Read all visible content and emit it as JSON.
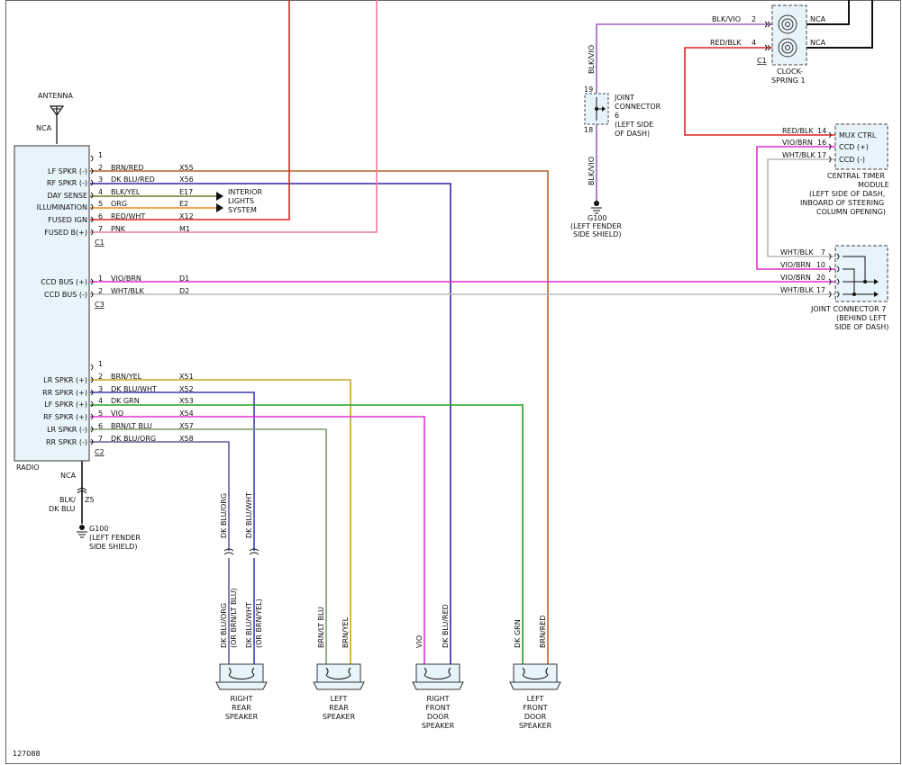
{
  "figure_id": "127088",
  "radio": {
    "name": "RADIO",
    "antenna_label": "ANTENNA",
    "antenna_nca": "NCA",
    "ground_nca": "NCA",
    "ground_wire_color": "BLK/\nDK BLU",
    "ground_wire_code": "Z5",
    "ground_name": "G100",
    "ground_loc_1": "(LEFT FENDER",
    "ground_loc_2": "SIDE SHIELD)",
    "connectors": [
      "C1",
      "C3",
      "C2"
    ],
    "c1_pins": [
      {
        "pin": "1",
        "func": "",
        "color": "",
        "code": ""
      },
      {
        "pin": "2",
        "func": "LF SPKR (-)",
        "color": "BRN/RED",
        "code": "X55"
      },
      {
        "pin": "3",
        "func": "RF SPKR (-)",
        "color": "DK BLU/RED",
        "code": "X56"
      },
      {
        "pin": "4",
        "func": "DAY SENSE",
        "color": "BLK/YEL",
        "code": "E17"
      },
      {
        "pin": "5",
        "func": "ILLUMINATION",
        "color": "ORG",
        "code": "E2"
      },
      {
        "pin": "6",
        "func": "FUSED IGN",
        "color": "RED/WHT",
        "code": "X12"
      },
      {
        "pin": "7",
        "func": "FUSED B(+)",
        "color": "PNK",
        "code": "M1"
      }
    ],
    "c3_pins": [
      {
        "pin": "1",
        "func": "CCD BUS (+)",
        "color": "VIO/BRN",
        "code": "D1"
      },
      {
        "pin": "2",
        "func": "CCD BUS (-)",
        "color": "WHT/BLK",
        "code": "D2"
      }
    ],
    "c2_pins": [
      {
        "pin": "1",
        "func": "",
        "color": "",
        "code": ""
      },
      {
        "pin": "2",
        "func": "LR SPKR (+)",
        "color": "BRN/YEL",
        "code": "X51"
      },
      {
        "pin": "3",
        "func": "RR SPKR (+)",
        "color": "DK BLU/WHT",
        "code": "X52"
      },
      {
        "pin": "4",
        "func": "LF SPKR (+)",
        "color": "DK GRN",
        "code": "X53"
      },
      {
        "pin": "5",
        "func": "RF SPKR (+)",
        "color": "VIO",
        "code": "X54"
      },
      {
        "pin": "6",
        "func": "LR SPKR (-)",
        "color": "BRN/LT BLU",
        "code": "X57"
      },
      {
        "pin": "7",
        "func": "RR SPKR (-)",
        "color": "DK BLU/ORG",
        "code": "X58"
      }
    ]
  },
  "interior_lights": [
    "INTERIOR",
    "LIGHTS",
    "SYSTEM"
  ],
  "clock_spring": {
    "name_1": "CLOCK-",
    "name_2": "SPRING 1",
    "connector": "C1",
    "pins": [
      {
        "pin": "2",
        "color": "BLK/VIO",
        "nca": "NCA"
      },
      {
        "pin": "4",
        "color": "RED/BLK",
        "nca": "NCA"
      }
    ]
  },
  "joint_connector_6": {
    "label": [
      "JOINT",
      "CONNECTOR",
      "6",
      "(LEFT SIDE",
      "OF DASH)"
    ],
    "pin_top": "19",
    "pin_bottom": "18",
    "wire_top": "BLK/VIO",
    "wire_bottom": "BLK/VIO",
    "ground_name": "G100",
    "ground_loc_1": "(LEFT FENDER",
    "ground_loc_2": "SIDE SHIELD)"
  },
  "central_timer": {
    "pins": [
      {
        "pin": "14",
        "color": "RED/BLK",
        "func": "MUX CTRL"
      },
      {
        "pin": "16",
        "color": "VIO/BRN",
        "func": "CCD (+)"
      },
      {
        "pin": "17",
        "color": "WHT/BLK",
        "func": "CCD (-)"
      }
    ],
    "label": [
      "CENTRAL TIMER",
      "MODULE",
      "(LEFT SIDE OF DASH,",
      "INBOARD OF STEERING",
      "COLUMN OPENING)"
    ]
  },
  "joint_connector_7": {
    "pins": [
      {
        "pin": "7",
        "color": "WHT/BLK"
      },
      {
        "pin": "10",
        "color": "VIO/BRN"
      },
      {
        "pin": "20",
        "color": "VIO/BRN"
      },
      {
        "pin": "17",
        "color": "WHT/BLK"
      }
    ],
    "label": [
      "JOINT CONNECTOR 7",
      "(BEHIND LEFT",
      "SIDE OF DASH)"
    ]
  },
  "inline_wires": {
    "rr_neg": "DK BLU/ORG",
    "rr_pos": "DK BLU/WHT"
  },
  "speakers": [
    {
      "id": "rr",
      "name": [
        "RIGHT",
        "REAR",
        "SPEAKER"
      ],
      "wire_a": "DK BLU/ORG",
      "wire_a2": "(OR BRN/LT BLU)",
      "wire_b": "DK BLU/WHT",
      "wire_b2": "(OR BRN/YEL)"
    },
    {
      "id": "lr",
      "name": [
        "LEFT",
        "REAR",
        "SPEAKER"
      ],
      "wire_a": "BRN/LT BLU",
      "wire_b": "BRN/YEL"
    },
    {
      "id": "rf",
      "name": [
        "RIGHT",
        "FRONT",
        "DOOR",
        "SPEAKER"
      ],
      "wire_a": "VIO",
      "wire_b": "DK BLU/RED"
    },
    {
      "id": "lf",
      "name": [
        "LEFT",
        "FRONT",
        "DOOR",
        "SPEAKER"
      ],
      "wire_a": "DK GRN",
      "wire_b": "BRN/RED"
    }
  ],
  "wire_colors": {
    "brn_red": "#b8652a",
    "dk_blu_red": "#3a1fa8",
    "blk_yel": "#6b7a2a",
    "org": "#f08a17",
    "red_wht": "#e02020",
    "pnk": "#f07aa0",
    "vio_brn": "#e030d0",
    "wht_blk": "#b8b8b8",
    "brn_yel": "#c9a520",
    "dk_blu_wht": "#3a3ab0",
    "dk_grn": "#22a020",
    "vio": "#e030d0",
    "brn_lt_blu": "#7a9a6a",
    "dk_blu_org": "#6a5a9a",
    "blk_vio": "#a060c0",
    "red_blk": "#e02020",
    "black": "#111111"
  }
}
